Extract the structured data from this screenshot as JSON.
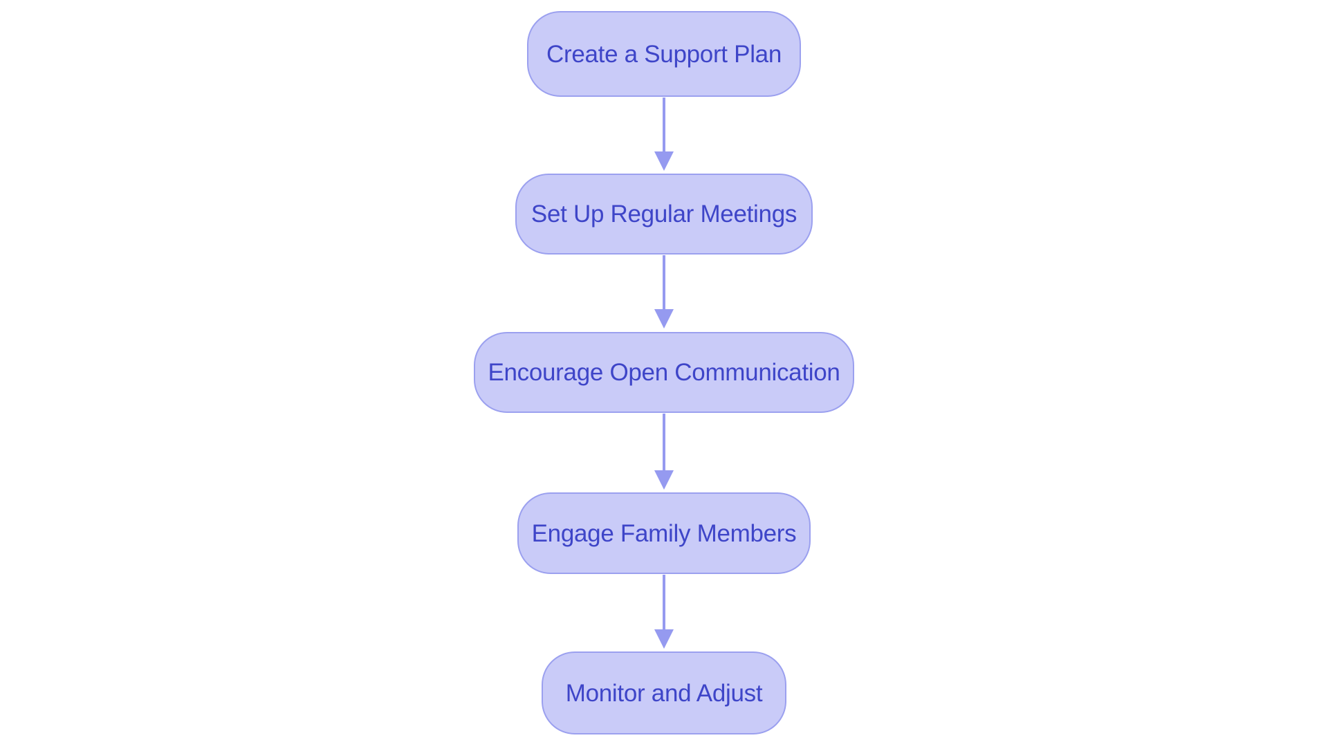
{
  "diagram": {
    "type": "flowchart",
    "direction": "top-down",
    "colors": {
      "background": "#ffffff",
      "node_fill": "#c9cbf8",
      "node_border": "#9ba0ef",
      "node_text": "#3e45c8",
      "arrow": "#959af0"
    },
    "nodes": [
      {
        "id": "n1",
        "label": "Create a Support Plan"
      },
      {
        "id": "n2",
        "label": "Set Up Regular Meetings"
      },
      {
        "id": "n3",
        "label": "Encourage Open Communication"
      },
      {
        "id": "n4",
        "label": "Engage Family Members"
      },
      {
        "id": "n5",
        "label": "Monitor and Adjust"
      }
    ],
    "edges": [
      {
        "from": "Create a Support Plan",
        "to": "Set Up Regular Meetings"
      },
      {
        "from": "Set Up Regular Meetings",
        "to": "Encourage Open Communication"
      },
      {
        "from": "Encourage Open Communication",
        "to": "Engage Family Members"
      },
      {
        "from": "Engage Family Members",
        "to": "Monitor and Adjust"
      }
    ]
  }
}
